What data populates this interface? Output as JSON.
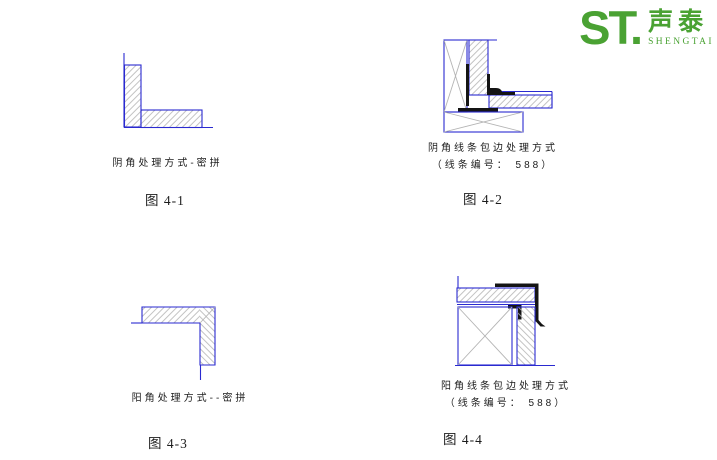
{
  "logo": {
    "st": "ST.",
    "chinese": "声泰",
    "latin": "SHENGTAI"
  },
  "figures": {
    "fig41": {
      "caption": "阴角处理方式-密拼",
      "label": "图 4-1"
    },
    "fig42": {
      "caption": "阴角线条包边处理方式",
      "caption2": "（线条编号： 588）",
      "label": "图 4-2"
    },
    "fig43": {
      "caption": "阳角处理方式--密拼",
      "label": "图 4-3"
    },
    "fig44": {
      "caption": "阳角线条包边处理方式",
      "caption2": "（线条编号： 588）",
      "label": "图 4-4"
    }
  },
  "colors": {
    "logo_green": "#4aa233",
    "line_blue": "#2a2ad0",
    "hatch_gray": "#b4b4b4",
    "trim_black": "#141414",
    "text_black": "#1c1c1c"
  }
}
